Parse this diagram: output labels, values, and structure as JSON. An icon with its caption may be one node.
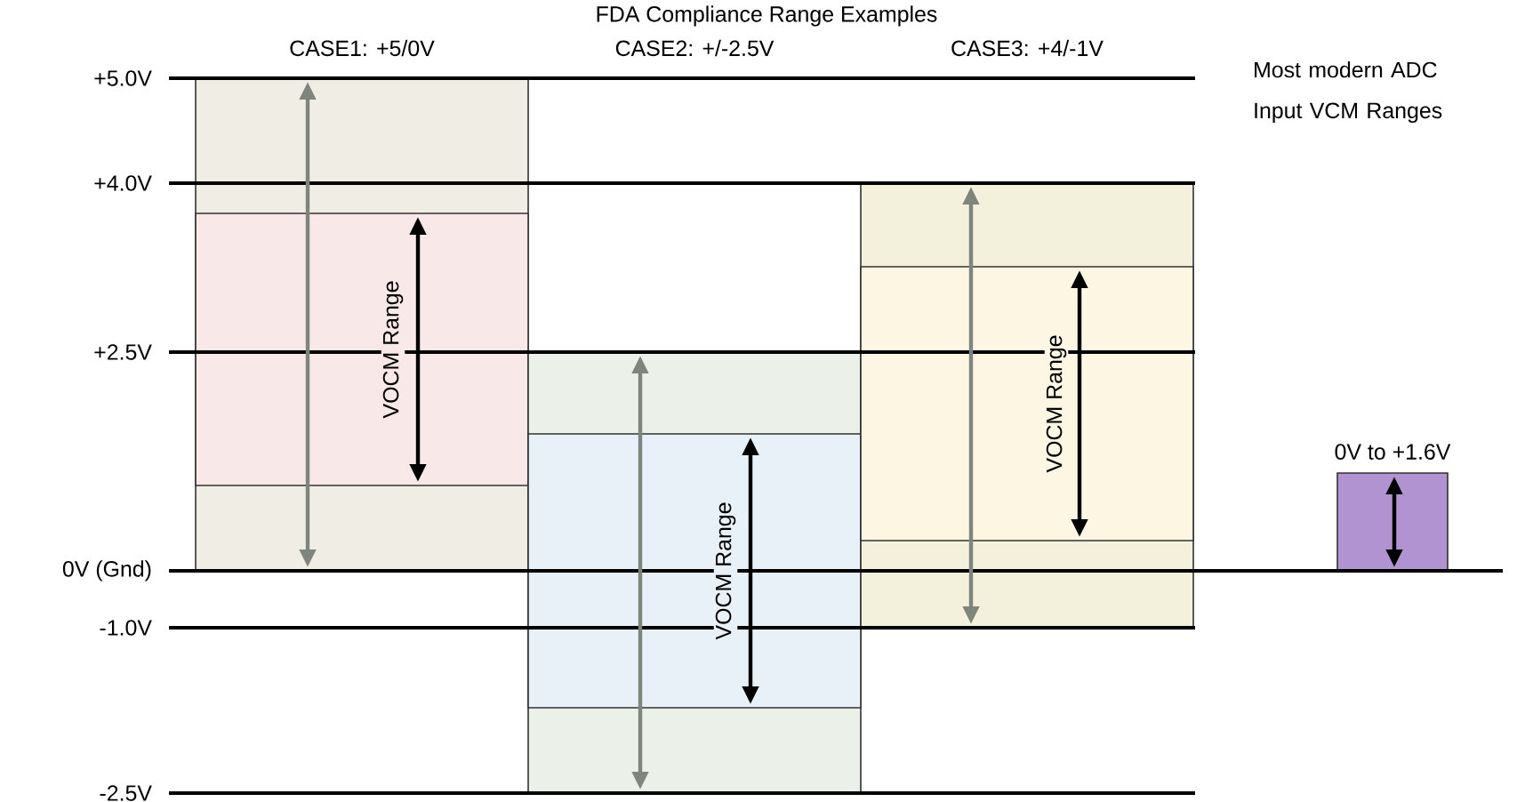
{
  "diagram": {
    "title": "FDA Compliance Range Examples",
    "nodes": [
      {
        "text": [],
        "shape": "box"
      },
      {
        "text": [
          "VOCM Range"
        ],
        "in": 0
      },
      {
        "text": [],
        "shape": "box"
      },
      {
        "text": [
          "VOCM Range"
        ],
        "in": 2
      },
      {
        "text": [],
        "shape": "box"
      },
      {
        "text": [
          "VOCM Range"
        ],
        "in": 4
      },
      {
        "text": [],
        "shape": "box",
        "beside": [
          "0V to +1.6V"
        ]
      }
    ],
    "edges": [],
    "labels": [
      "CASE1: +5/0V",
      "CASE2: +/-2.5V",
      "CASE3: +4/-1V",
      "Most modern ADC Input VCM Ranges",
      "+5.0V",
      "+4.0V",
      "+2.5V",
      "0V (Gnd)",
      "-1.0V",
      "-2.5V"
    ]
  }
}
